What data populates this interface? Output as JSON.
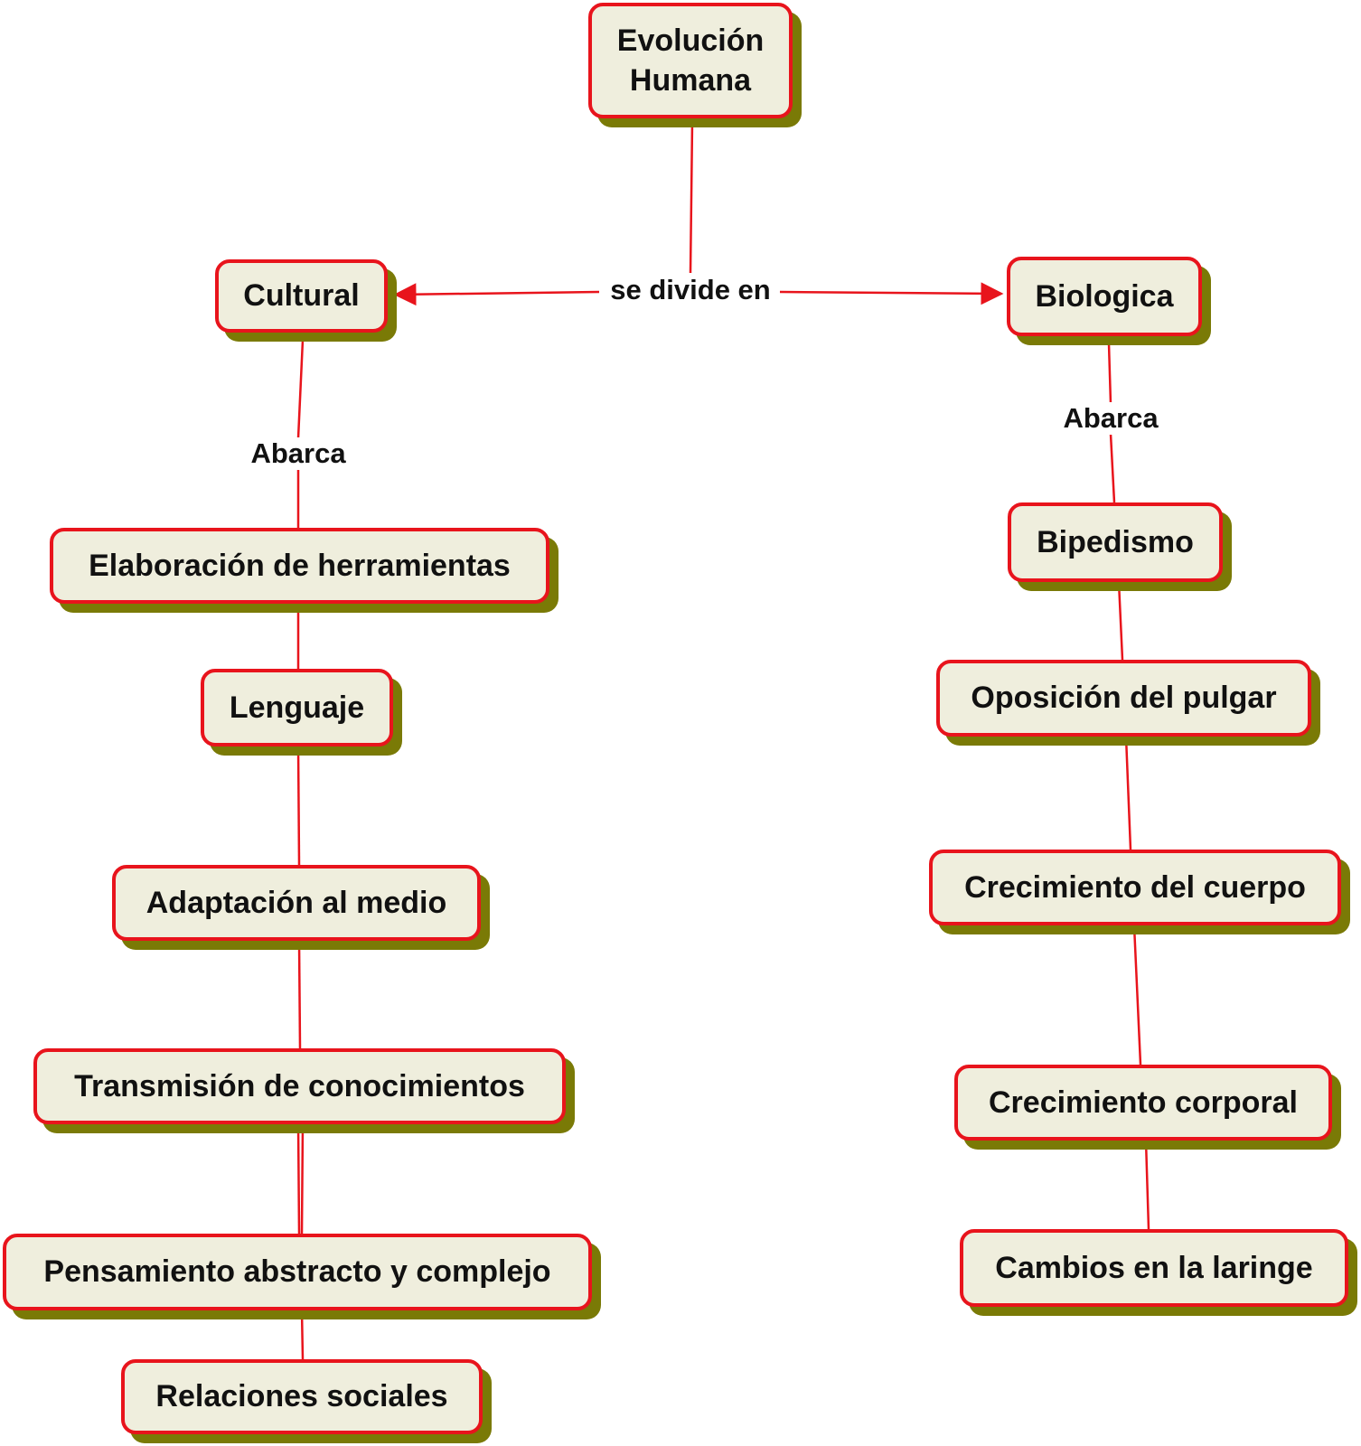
{
  "colors": {
    "node_fill": "#efeedd",
    "node_border": "#e8141c",
    "node_shadow": "#7a7a06",
    "link": "#e8141c"
  },
  "nodes": {
    "root": "Evolución\nHumana",
    "cultural": "Cultural",
    "biologica": "Biologica",
    "herramientas": "Elaboración de herramientas",
    "lenguaje": "Lenguaje",
    "adaptacion": "Adaptación al medio",
    "transmision": "Transmisión de conocimientos",
    "pensamiento": "Pensamiento abstracto y complejo",
    "relaciones": "Relaciones sociales",
    "bipedismo": "Bipedismo",
    "pulgar": "Oposición del pulgar",
    "cuerpo": "Crecimiento del cuerpo",
    "corporal": "Crecimiento corporal",
    "laringe": "Cambios en la laringe"
  },
  "link_labels": {
    "divide": "se divide en",
    "abarca_cultural": "Abarca",
    "abarca_biologica": "Abarca"
  }
}
